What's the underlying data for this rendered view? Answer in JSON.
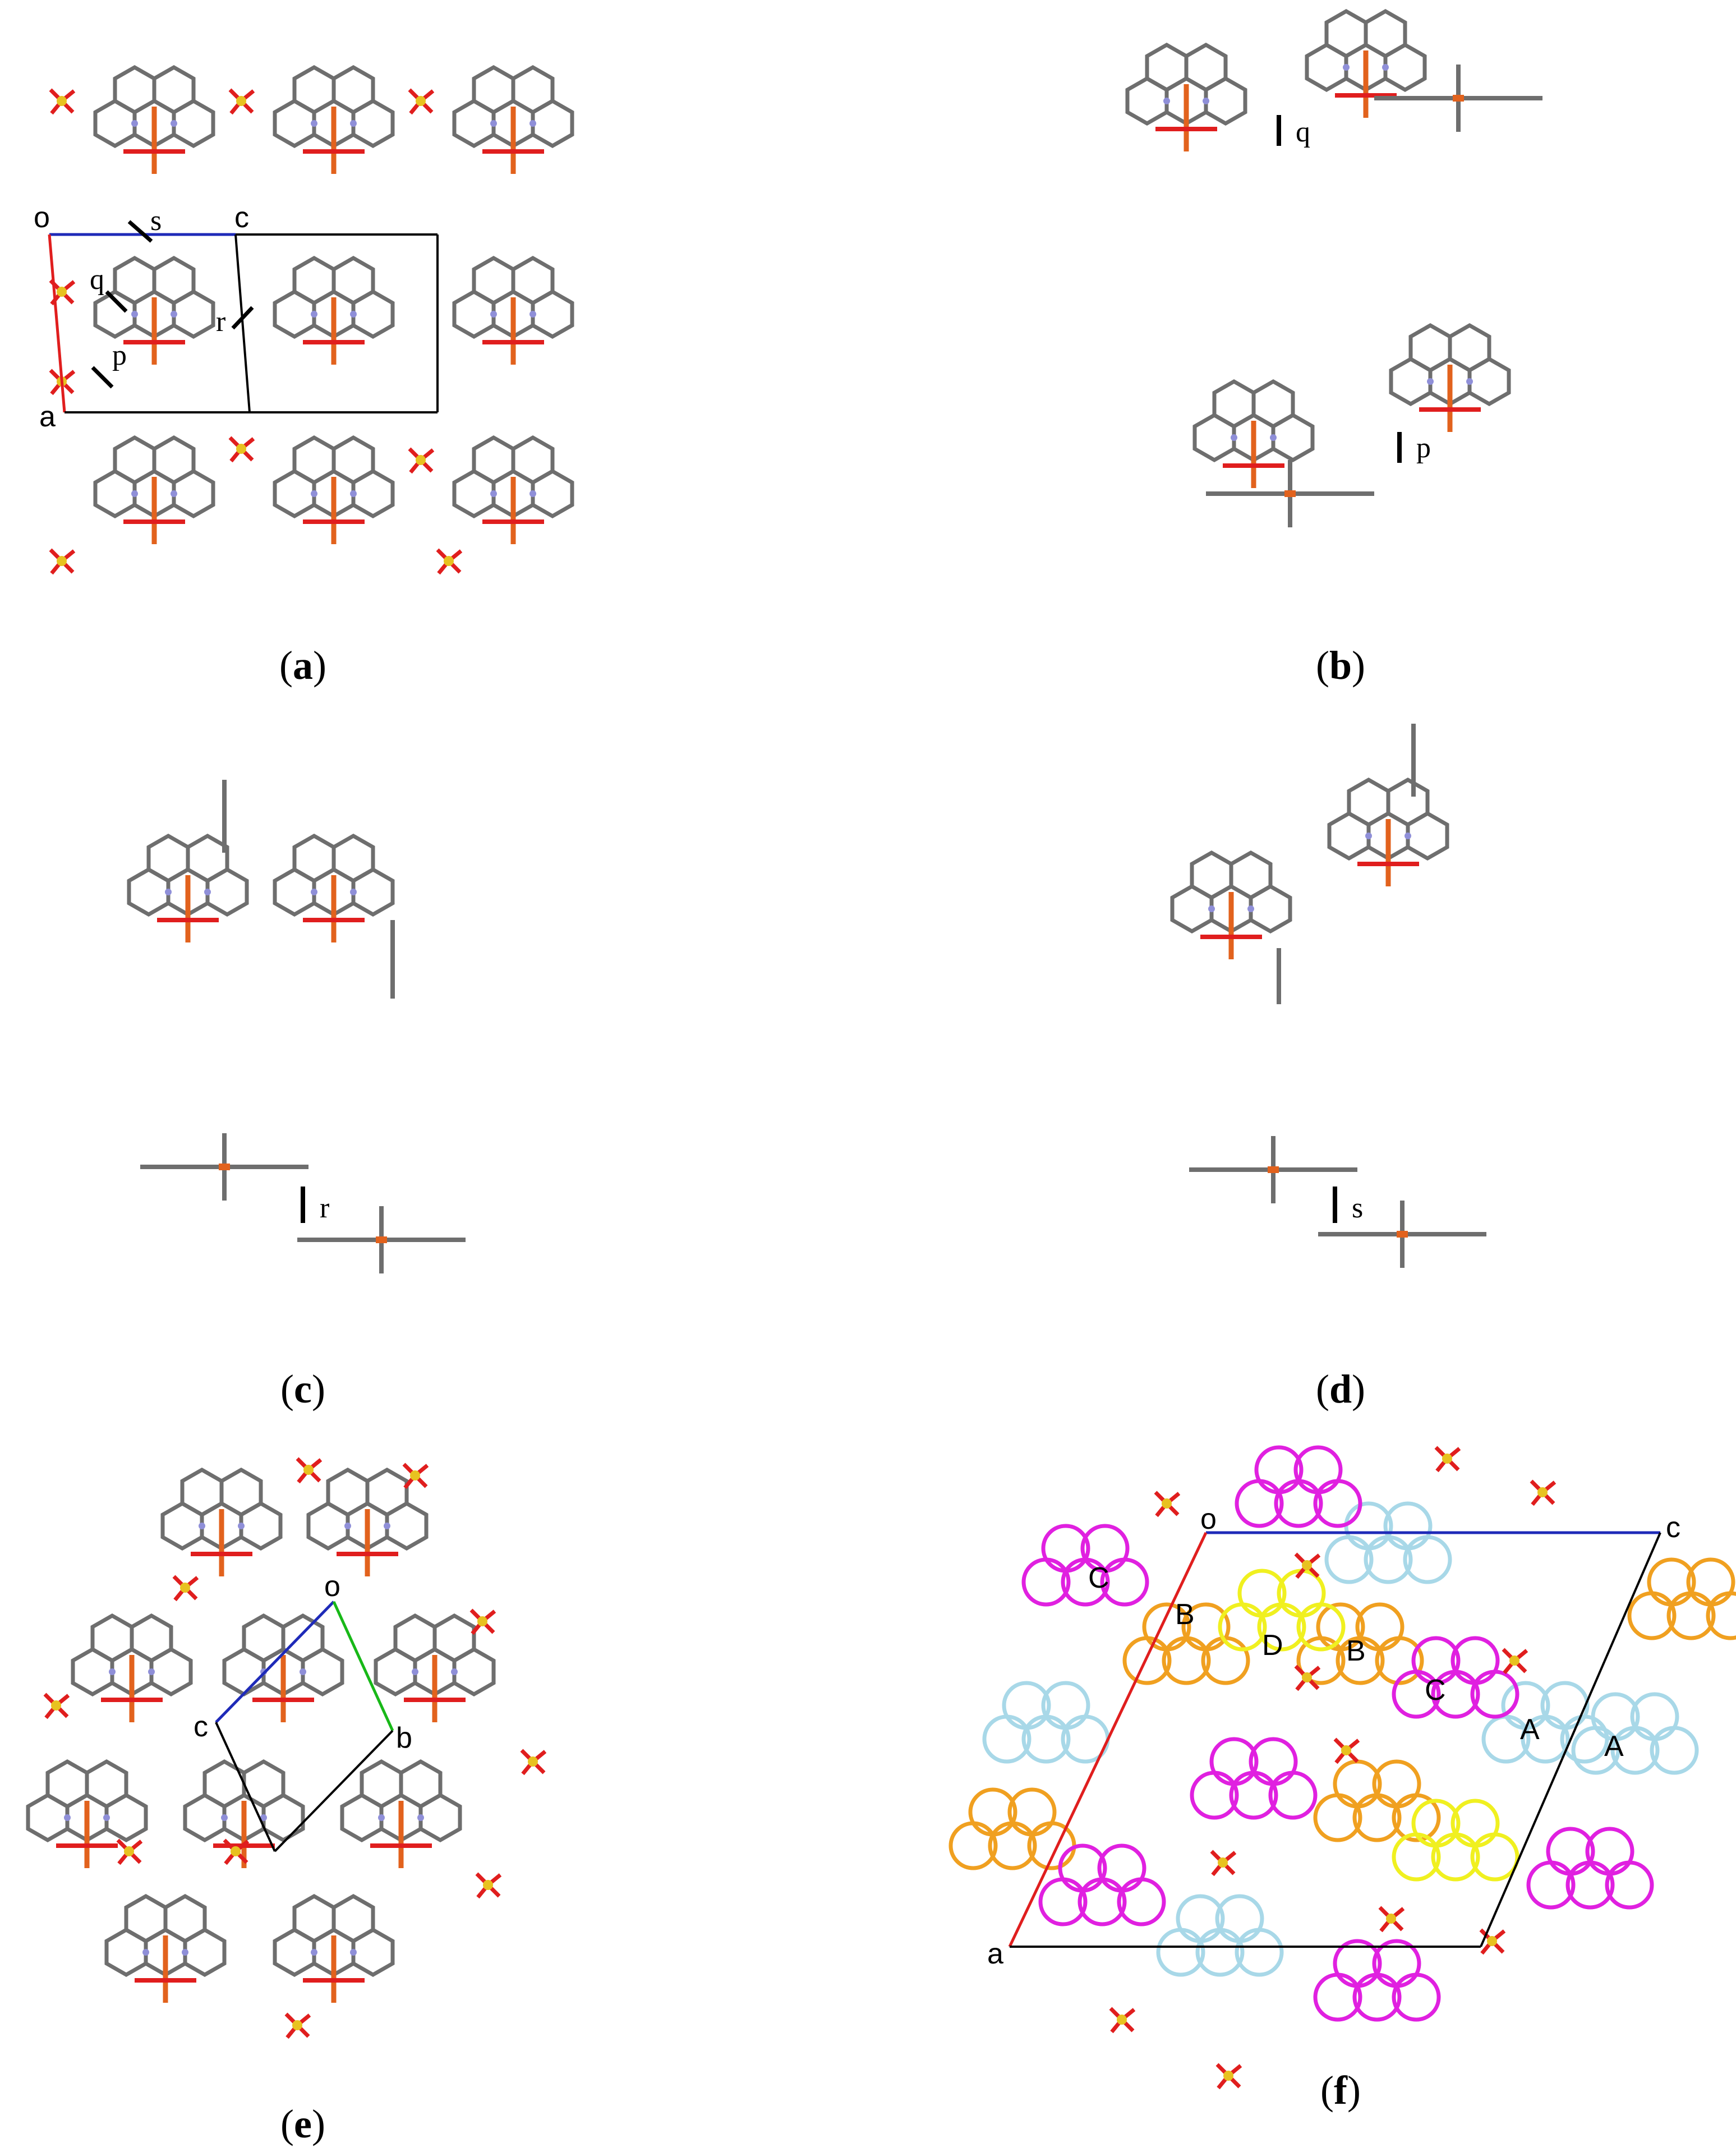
{
  "panels": [
    {
      "id": "a",
      "caption_open": "(",
      "caption_letter": "a",
      "caption_close": ")",
      "axis_labels": [
        "o",
        "c",
        "a"
      ],
      "contact_labels": [
        "s",
        "q",
        "r",
        "p"
      ]
    },
    {
      "id": "b",
      "caption_open": "(",
      "caption_letter": "b",
      "caption_close": ")",
      "contact_labels": [
        "q",
        "p"
      ]
    },
    {
      "id": "c",
      "caption_open": "(",
      "caption_letter": "c",
      "caption_close": ")",
      "contact_labels": [
        "r"
      ]
    },
    {
      "id": "d",
      "caption_open": "(",
      "caption_letter": "d",
      "caption_close": ")",
      "contact_labels": [
        "s"
      ]
    },
    {
      "id": "e",
      "caption_open": "(",
      "caption_letter": "e",
      "caption_close": ")",
      "axis_labels": [
        "o",
        "c",
        "b"
      ]
    },
    {
      "id": "f",
      "caption_open": "(",
      "caption_letter": "f",
      "caption_close": ")",
      "axis_labels": [
        "o",
        "c",
        "a"
      ],
      "molecule_labels": [
        "C",
        "B",
        "D",
        "B",
        "C",
        "A",
        "A"
      ]
    }
  ],
  "colors": {
    "bond_gray": "#6e6e6e",
    "iron": "#e2621d",
    "oxygen": "#e01e1e",
    "nitrogen": "#8f8fd8",
    "sulfur": "#e8c220",
    "axis_a": "#e01e1e",
    "axis_b": "#18b818",
    "axis_c": "#1e2ab8",
    "mol_A": "#a8d8e8",
    "mol_B": "#f0a020",
    "mol_C": "#e020e0",
    "mol_D": "#f0f020"
  }
}
